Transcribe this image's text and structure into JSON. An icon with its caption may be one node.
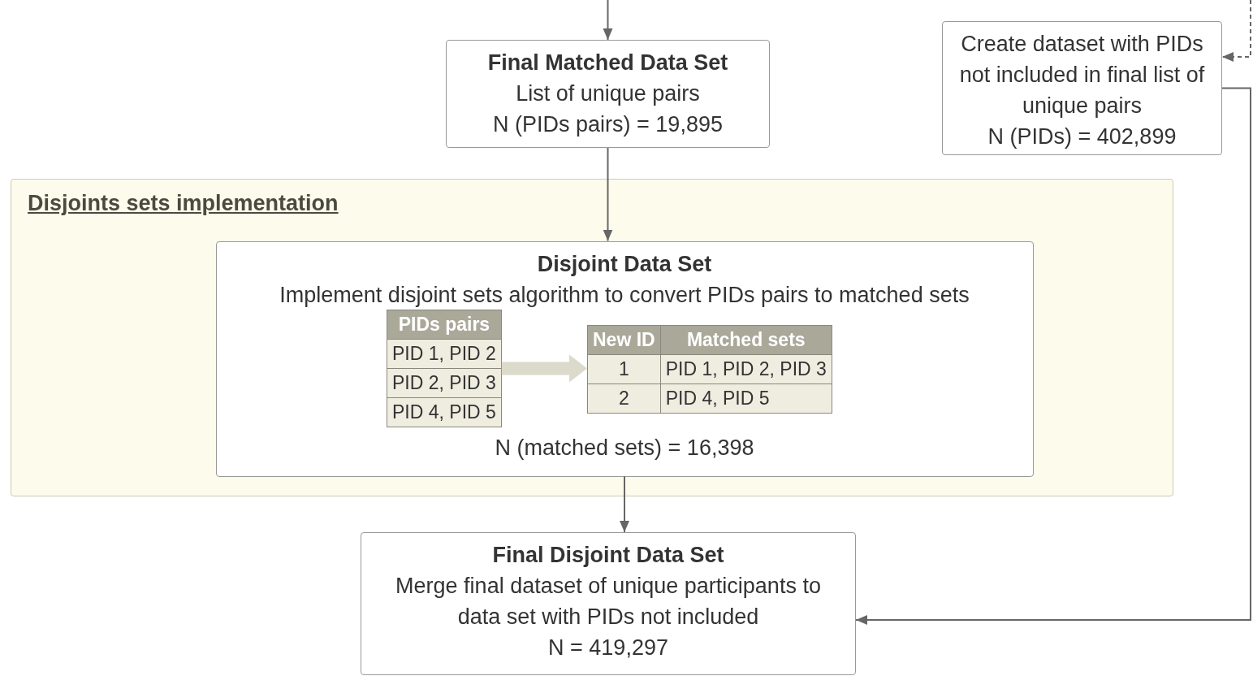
{
  "diagram": {
    "nodes": [
      {
        "text": [
          "Final Matched Data Set",
          "List of unique pairs",
          "N (PIDs pairs) = 19,895"
        ]
      },
      {
        "text": [
          "Create dataset with PIDs not included in final list of unique pairs",
          "N (PIDs) = 402,899"
        ]
      },
      {
        "text": [
          "Disjoints sets implementation"
        ]
      },
      {
        "text": [
          "Disjoint Data Set",
          "Implement disjoint sets algorithm to convert PIDs pairs to matched sets",
          "N (matched sets) = 16,398"
        ],
        "in": 2
      },
      {
        "text": [
          "PIDs pairs",
          "PID 1, PID 2",
          "PID 2, PID 3",
          "PID 4, PID 5"
        ],
        "in": 3
      },
      {
        "text": [
          "New ID",
          "Matched sets",
          "1",
          "PID 1, PID 2, PID 3",
          "2",
          "PID 4, PID 5"
        ],
        "in": 3
      },
      {
        "text": [
          "Final Disjoint Data Set",
          "Merge final dataset of unique participants to data set with PIDs not included",
          "N = 419,297"
        ]
      }
    ],
    "edges": [
      {
        "from": null,
        "to": 0,
        "arrow": "to"
      },
      {
        "from": 0,
        "to": 3,
        "arrow": "to"
      },
      {
        "from": 3,
        "to": 6,
        "arrow": "to"
      },
      {
        "from": 1,
        "to": 6,
        "arrow": "to"
      },
      {
        "from": null,
        "to": 1,
        "arrow": "to",
        "style": "dashed"
      },
      {
        "from": 4,
        "to": 5,
        "arrow": "to",
        "style": "thick",
        "color": "#dcdacb"
      }
    ]
  }
}
